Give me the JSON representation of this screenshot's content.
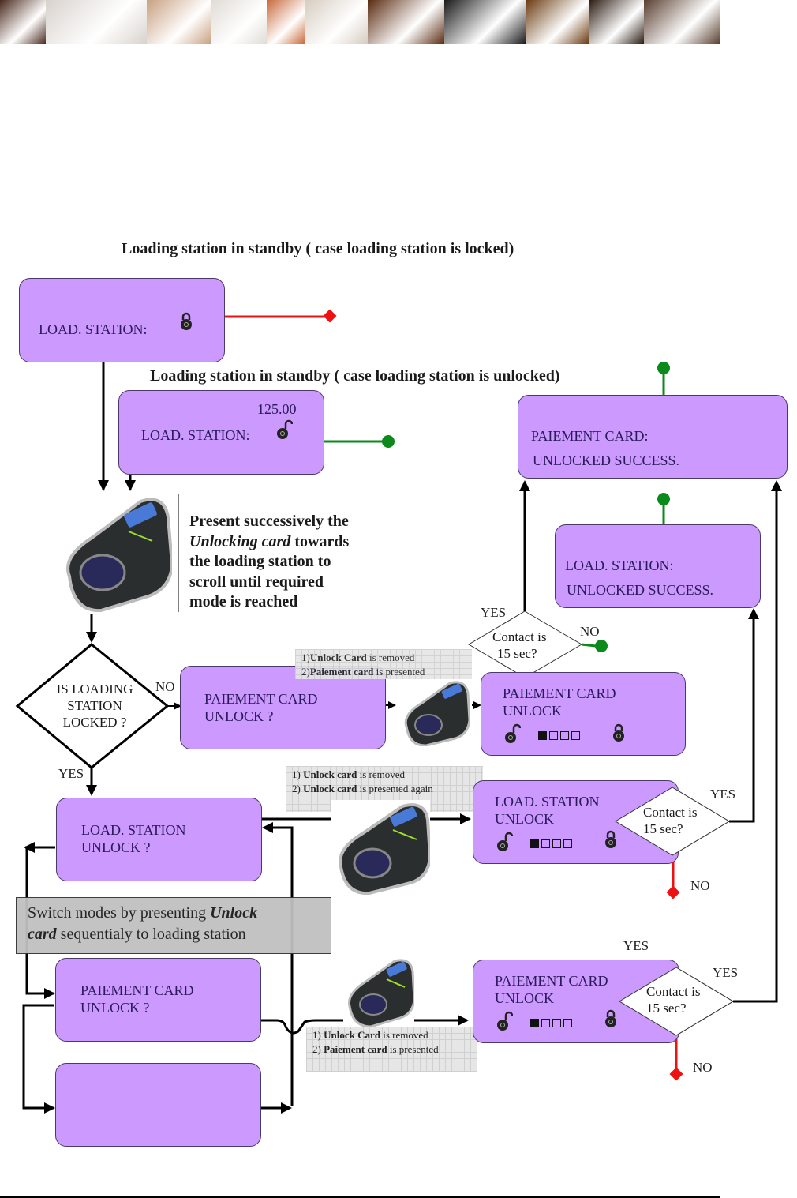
{
  "banner": {
    "tiles": [
      {
        "name": "nespresso-logo-tile",
        "color": "#4a2a1e"
      },
      {
        "name": "cups-on-table-tile",
        "color": "#d8d2cc"
      },
      {
        "name": "call-center-agent-tile",
        "color": "#c8a080"
      },
      {
        "name": "espresso-cup-tile",
        "color": "#e0dcd6"
      },
      {
        "name": "latte-glass-tile",
        "color": "#c86a3a"
      },
      {
        "name": "cappuccino-cup-tile",
        "color": "#d6ccc0"
      },
      {
        "name": "coffee-cup-top-view-tile",
        "color": "#5a2a10"
      },
      {
        "name": "capsules-tile",
        "color": "#1a1a1a"
      },
      {
        "name": "champagne-glass-tile",
        "color": "#6a3a10"
      },
      {
        "name": "coffee-machine-tile",
        "color": "#2a1a10"
      },
      {
        "name": "nespresso-logo-gold-tile",
        "color": "#5a4030"
      }
    ]
  },
  "titles": {
    "locked": "Loading station in standby ( case loading station is locked)",
    "unlocked": "Loading station in standby ( case loading station is unlocked)"
  },
  "boxes": {
    "locked_standby": {
      "label": "LOAD. STATION:"
    },
    "unlocked_standby": {
      "label": "LOAD. STATION:",
      "amount": "125.00"
    },
    "paiement_success": {
      "line1": "PAIEMENT CARD:",
      "line2": "UNLOCKED SUCCESS."
    },
    "station_success": {
      "line1": "LOAD. STATION:",
      "line2": "UNLOCKED SUCCESS."
    },
    "paiement_unlock_q": {
      "line1": "PAIEMENT CARD",
      "line2": "UNLOCK ?"
    },
    "paiement_unlock": {
      "line1": "PAIEMENT CARD",
      "line2": "UNLOCK",
      "progress": 0.25
    },
    "station_unlock_q": {
      "line1": "LOAD. STATION",
      "line2": "UNLOCK ?"
    },
    "station_unlock": {
      "line1": "LOAD. STATION",
      "line2": "UNLOCK",
      "progress": 0.25
    },
    "mode_paiement_q": {
      "line1": "PAIEMENT CARD",
      "line2": "UNLOCK ?"
    },
    "mode_empty": {
      "line1": "",
      "line2": ""
    },
    "paiement_unlock_2": {
      "line1": "PAIEMENT CARD",
      "line2": "UNLOCK",
      "progress": 0.25
    }
  },
  "instructions": {
    "present_line1": "Present successively the",
    "present_italic": "Unlocking card",
    "present_line2_rest": " towards",
    "present_line3": "the loading station to",
    "present_line4": "scroll until required",
    "present_line5": "mode is reached",
    "switch_line1_a": "Switch modes by presenting ",
    "switch_line1_italic": "Unlock",
    "switch_line2_italic": "card",
    "switch_line2_rest": " sequentialy to loading station"
  },
  "notes": {
    "note1": {
      "l1_num": "1)",
      "l1_bold": "Unlock Card",
      "l1_rest": " is removed",
      "l2_num": "2)",
      "l2_bold": "Paiement card",
      "l2_rest": " is presented"
    },
    "note2": {
      "l1_num": "1) ",
      "l1_bold": "Unlock card",
      "l1_rest": " is removed",
      "l2_num": "2) ",
      "l2_bold": "Unlock card",
      "l2_rest": " is presented again"
    },
    "note3": {
      "l1_num": "1) ",
      "l1_bold": "Unlock Card",
      "l1_rest": " is removed",
      "l2_num": "2) ",
      "l2_bold": "Paiement card",
      "l2_rest": " is presented"
    }
  },
  "decisions": {
    "is_locked": {
      "l1": "IS LOADING",
      "l2": "STATION",
      "l3": "LOCKED ?"
    },
    "contact1": {
      "l1": "Contact is",
      "l2": "15 sec?"
    },
    "contact2": {
      "l1": "Contact is",
      "l2": "15 sec?"
    },
    "contact3": {
      "l1": "Contact is",
      "l2": "15 sec?"
    }
  },
  "labels": {
    "yes": "YES",
    "no": "NO"
  },
  "colors": {
    "box_fill": "#cc99ff",
    "box_border": "#4a3a6a",
    "success_terminal": "#0a8a1a",
    "fail_terminal": "#ee1111",
    "arrow": "#000000"
  }
}
